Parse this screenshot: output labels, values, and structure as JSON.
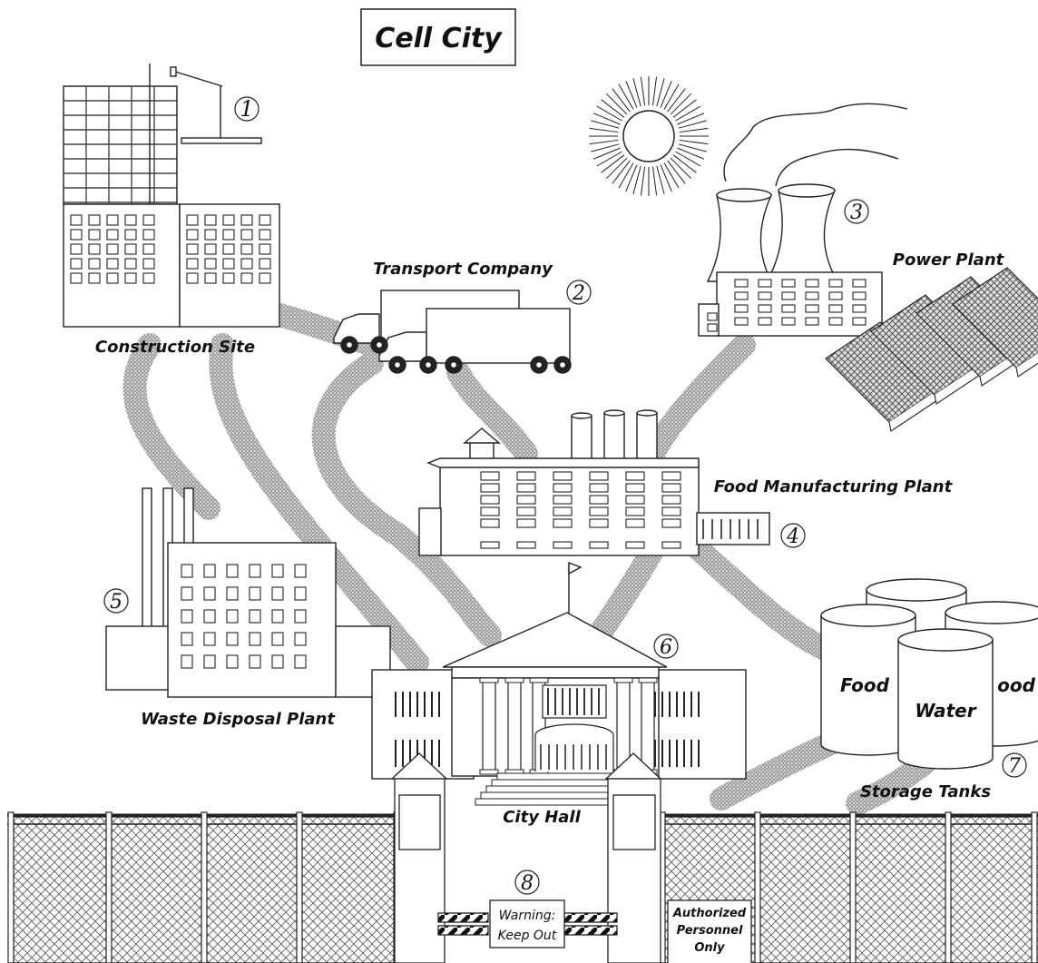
{
  "title": "Cell City",
  "labels": {
    "construction": "Construction Site",
    "transport": "Transport Company",
    "power": "Power Plant",
    "food_plant": "Food Manufacturing Plant",
    "waste": "Waste Disposal Plant",
    "city_hall": "City Hall",
    "storage": "Storage Tanks"
  },
  "numbers": {
    "n1": "1",
    "n2": "2",
    "n3": "3",
    "n4": "4",
    "n5": "5",
    "n6": "6",
    "n7": "7",
    "n8": "8"
  },
  "tanks": {
    "food_left": "Food",
    "water": "Water",
    "food_right": "ood"
  },
  "signs": {
    "warning_line1": "Warning:",
    "warning_line2": "Keep Out",
    "auth_line1": "Authorized",
    "auth_line2": "Personnel",
    "auth_line3": "Only"
  }
}
